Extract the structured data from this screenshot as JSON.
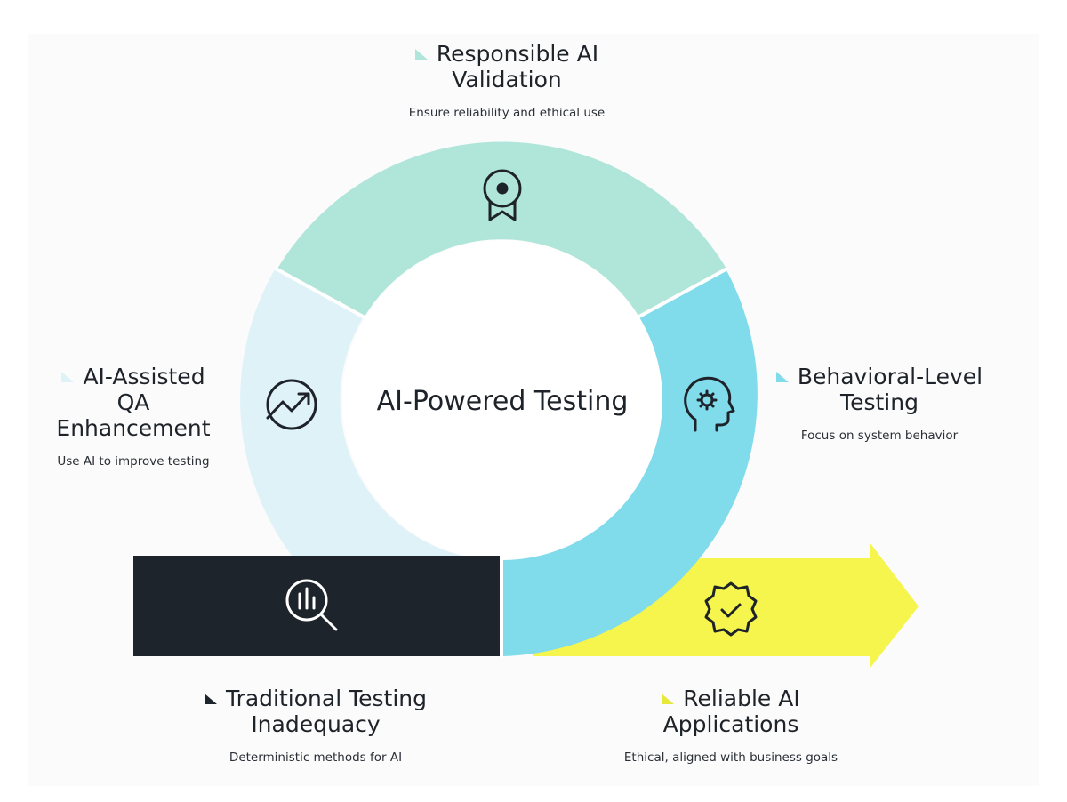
{
  "center": {
    "title": "AI-Powered Testing"
  },
  "stages": {
    "responsible": {
      "title_lines": [
        "Responsible AI",
        "Validation"
      ],
      "subtitle": "Ensure reliability and ethical use",
      "color": "#b0e6da",
      "icon": "award-ribbon-icon"
    },
    "behavioral": {
      "title_lines": [
        "Behavioral-Level",
        "Testing"
      ],
      "subtitle": "Focus on system behavior",
      "color": "#80dbeb",
      "icon": "head-gear-icon"
    },
    "assisted": {
      "title_lines": [
        "AI-Assisted",
        "QA",
        "Enhancement"
      ],
      "subtitle": "Use AI to improve testing",
      "color": "#dff2f8",
      "icon": "trend-up-icon"
    },
    "traditional": {
      "title_lines": [
        "Traditional Testing",
        "Inadequacy"
      ],
      "subtitle": "Deterministic methods for AI",
      "color": "#1e242c",
      "icon": "magnify-chart-icon"
    },
    "reliable": {
      "title_lines": [
        "Reliable AI",
        "Applications"
      ],
      "subtitle": "Ethical, aligned with business goals",
      "color": "#f5f54e",
      "icon": "badge-check-icon"
    }
  }
}
